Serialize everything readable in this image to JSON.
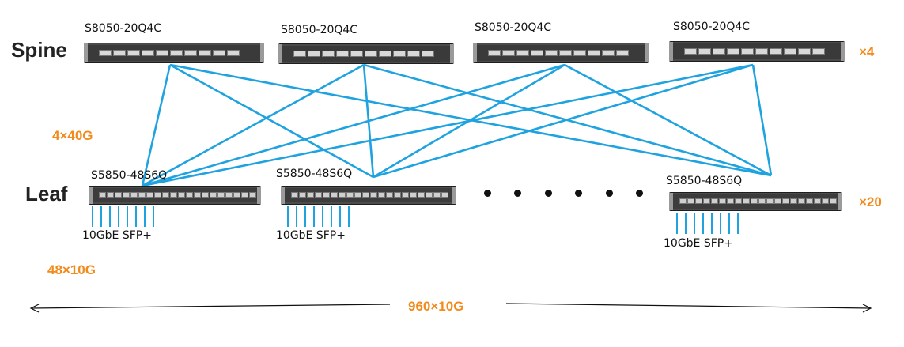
{
  "spine": {
    "label": "Spine",
    "count_label": "×4",
    "switches": [
      {
        "model": "S8050-20Q4C"
      },
      {
        "model": "S8050-20Q4C"
      },
      {
        "model": "S8050-20Q4C"
      },
      {
        "model": "S8050-20Q4C"
      }
    ]
  },
  "uplink_label": "4×40G",
  "leaf": {
    "label": "Leaf",
    "count_label": "×20",
    "switches": [
      {
        "model": "S5850-48S6Q",
        "port_label": "10GbE  SFP+"
      },
      {
        "model": "S5850-48S6Q",
        "port_label": "10GbE  SFP+"
      },
      {
        "model": "S5850-48S6Q",
        "port_label": "10GbE  SFP+"
      }
    ]
  },
  "downlink_label": "48×10G",
  "total_label": "960×10G",
  "colors": {
    "link": "#1fa3e0",
    "accent": "#f28a1c"
  }
}
